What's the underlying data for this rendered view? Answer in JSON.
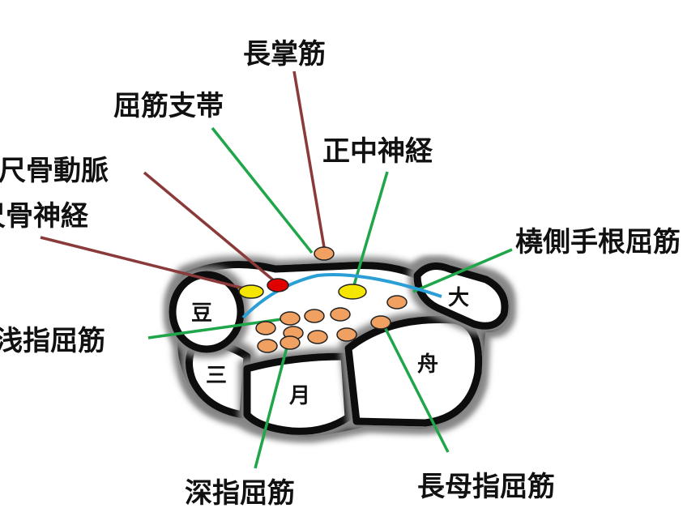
{
  "labels": {
    "palmaris_longus": "長掌筋",
    "flexor_retinaculum": "屈筋支帯",
    "median_nerve": "正中神経",
    "ulnar_artery": "尺骨動脈",
    "ulnar_nerve": "尺骨神経",
    "fcr": "橈側手根屈筋",
    "fds": "浅指屈筋",
    "fdp": "深指屈筋",
    "fpl": "長母指屈筋"
  },
  "bones": {
    "pisiform": "豆",
    "triquetrum": "三",
    "lunate": "月",
    "scaphoid": "舟",
    "trapezium": "大"
  },
  "colors": {
    "leader_brown": "#8b3a3a",
    "leader_green": "#1fa54a",
    "retinaculum": "#2a9fd6",
    "tendon": "#f0a060",
    "nerve": "#f5e600",
    "artery": "#e00000"
  }
}
